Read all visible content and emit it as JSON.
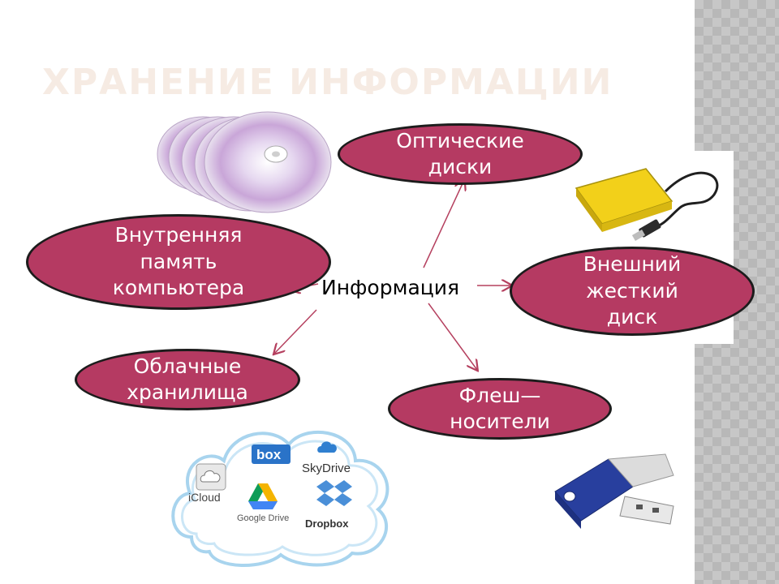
{
  "slide": {
    "title": "ХРАНЕНИЕ ИНФОРМАЦИИ",
    "center": "Информация",
    "nodes": {
      "optical": "Оптические\nдиски",
      "internal": "Внутренняя\nпамять\nкомпьютера",
      "external": "Внешний\nжесткий\nдиск",
      "cloud": "Облачные\nхранилища",
      "flash": "Флеш—\nносители"
    },
    "cloud_services": {
      "icloud": "iCloud",
      "box": "box",
      "skydrive": "SkyDrive",
      "gdrive": "Google Drive",
      "dropbox": "Dropbox"
    }
  },
  "colors": {
    "node_fill": "#b53a62",
    "node_border": "#1c1c1c",
    "arrow": "#b5405f",
    "title": "#f6ebe3"
  }
}
